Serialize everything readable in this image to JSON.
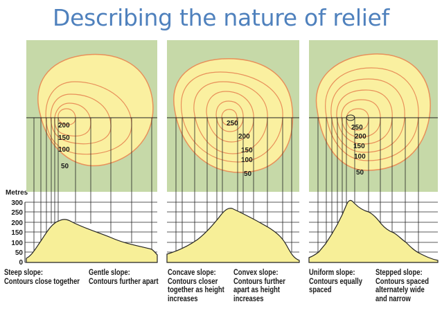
{
  "title": "Describing the nature of relief",
  "colors": {
    "map_background": "#c6d9a8",
    "land_fill": "#faf0a0",
    "contour_line": "#e8905a",
    "profile_fill": "#f7ef98",
    "title": "#4f81bd"
  },
  "axis": {
    "unit_label": "Metres",
    "ticks": [
      "300",
      "250",
      "200",
      "150",
      "100",
      "50",
      "0"
    ]
  },
  "panels": [
    {
      "contour_labels": [
        "200",
        "150",
        "100",
        "50"
      ],
      "captions": [
        {
          "heading": "Steep slope:",
          "lines": [
            "Contours close together"
          ]
        },
        {
          "heading": "Gentle slope:",
          "lines": [
            "Contours further apart"
          ]
        }
      ]
    },
    {
      "contour_labels": [
        "250",
        "200",
        "150",
        "100",
        "50"
      ],
      "captions": [
        {
          "heading": "Concave slope:",
          "lines": [
            "Contours closer",
            "together as height",
            "increases"
          ]
        },
        {
          "heading": "Convex slope:",
          "lines": [
            "Contours further",
            "apart as height",
            "increases"
          ]
        }
      ]
    },
    {
      "contour_labels": [
        "250",
        "200",
        "150",
        "100",
        "50"
      ],
      "captions": [
        {
          "heading": "Uniform slope:",
          "lines": [
            "Contours equally",
            "spaced"
          ]
        },
        {
          "heading": "Stepped slope:",
          "lines": [
            "Contours spaced",
            "alternately wide",
            "and narrow"
          ]
        }
      ]
    }
  ]
}
